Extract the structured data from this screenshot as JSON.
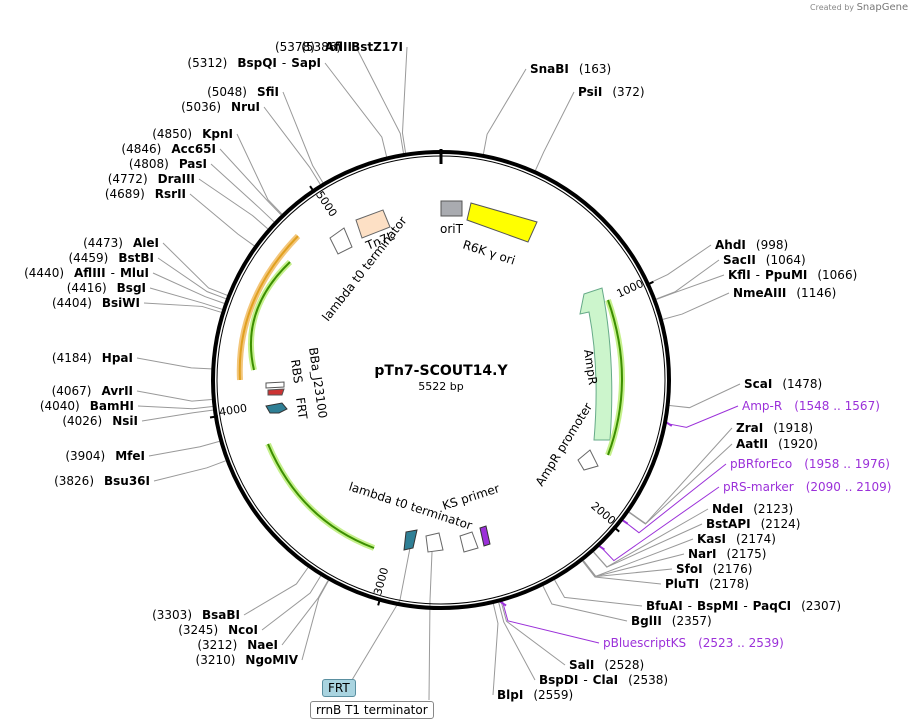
{
  "credit": {
    "prefix": "Created by",
    "brand": "SnapGene"
  },
  "plasmid": {
    "name": "pTn7-SCOUT14.Y",
    "size_label": "5522 bp",
    "length": 5522
  },
  "ticks": [
    "1000",
    "2000",
    "3000",
    "4000",
    "5000"
  ],
  "right_enzymes": [
    {
      "name": "SnaBI",
      "pos": "(163)"
    },
    {
      "name": "PsiI",
      "pos": "(372)"
    },
    {
      "name": "AhdI",
      "pos": "(998)"
    },
    {
      "name": "SacII",
      "pos": "(1064)"
    },
    {
      "name": "KflI",
      "sep": "-",
      "name2": "PpuMI",
      "pos": "(1066)"
    },
    {
      "name": "NmeAIII",
      "pos": "(1146)"
    },
    {
      "name": "ScaI",
      "pos": "(1478)"
    },
    {
      "name": "ZraI",
      "pos": "(1918)"
    },
    {
      "name": "AatII",
      "pos": "(1920)"
    },
    {
      "name": "NdeI",
      "pos": "(2123)"
    },
    {
      "name": "BstAPI",
      "pos": "(2124)"
    },
    {
      "name": "KasI",
      "pos": "(2174)"
    },
    {
      "name": "NarI",
      "pos": "(2175)"
    },
    {
      "name": "SfoI",
      "pos": "(2176)"
    },
    {
      "name": "PluTI",
      "pos": "(2178)"
    },
    {
      "name": "BfuAI",
      "sep": "-",
      "name2": "BspMI",
      "sep2": "-",
      "name3": "PaqCI",
      "pos": "(2307)"
    },
    {
      "name": "BglII",
      "pos": "(2357)"
    },
    {
      "name": "SalI",
      "pos": "(2528)"
    },
    {
      "name": "BspDI",
      "sep": "-",
      "name2": "ClaI",
      "pos": "(2538)"
    },
    {
      "name": "BlpI",
      "pos": "(2559)"
    }
  ],
  "left_enzymes": [
    {
      "name": "AflII",
      "pos": "(5378)"
    },
    {
      "name": "BstZ17I",
      "pos": "(5386)"
    },
    {
      "name": "BspQI",
      "sep": "-",
      "name2": "SapI",
      "pos": "(5312)"
    },
    {
      "name": "SfiI",
      "pos": "(5048)"
    },
    {
      "name": "NruI",
      "pos": "(5036)"
    },
    {
      "name": "KpnI",
      "pos": "(4850)"
    },
    {
      "name": "Acc65I",
      "pos": "(4846)"
    },
    {
      "name": "PasI",
      "pos": "(4808)"
    },
    {
      "name": "DraIII",
      "pos": "(4772)"
    },
    {
      "name": "RsrII",
      "pos": "(4689)"
    },
    {
      "name": "AleI",
      "pos": "(4473)"
    },
    {
      "name": "BstBI",
      "pos": "(4459)"
    },
    {
      "name": "AflIII",
      "sep": "-",
      "name2": "MluI",
      "pos": "(4440)"
    },
    {
      "name": "BsgI",
      "pos": "(4416)"
    },
    {
      "name": "BsiWI",
      "pos": "(4404)"
    },
    {
      "name": "HpaI",
      "pos": "(4184)"
    },
    {
      "name": "AvrII",
      "pos": "(4067)"
    },
    {
      "name": "BamHI",
      "pos": "(4040)"
    },
    {
      "name": "NsiI",
      "pos": "(4026)"
    },
    {
      "name": "MfeI",
      "pos": "(3904)"
    },
    {
      "name": "Bsu36I",
      "pos": "(3826)"
    },
    {
      "name": "BsaBI",
      "pos": "(3303)"
    },
    {
      "name": "NcoI",
      "pos": "(3245)"
    },
    {
      "name": "NaeI",
      "pos": "(3212)"
    },
    {
      "name": "NgoMIV",
      "pos": "(3210)"
    }
  ],
  "primers": [
    {
      "name": "Amp-R",
      "range": "(1548 .. 1567)"
    },
    {
      "name": "pBRforEco",
      "range": "(1958 .. 1976)"
    },
    {
      "name": "pRS-marker",
      "range": "(2090 .. 2109)"
    },
    {
      "name": "pBluescriptKS",
      "range": "(2523 .. 2539)"
    }
  ],
  "features": {
    "oriT": "oriT",
    "r6k": "R6K γ ori",
    "tn7l": "Tn7L",
    "lambda_top": "lambda t0 terminator",
    "lambda_bottom": "lambda t0 terminator",
    "ampr": "AmpR",
    "ampr_promoter": "AmpR promoter",
    "ks_primer": "KS primer",
    "rbs": "RBS",
    "bba": "BBa_J23100",
    "frt_inner": "FRT"
  },
  "boxed_labels": {
    "frt": "FRT",
    "rrnb": "rrnB T1 terminator"
  },
  "colors": {
    "backbone": "#000000",
    "r6k": "#ffff00",
    "orit": "#a9abb0",
    "tn7l": "#fde0c5",
    "ampr": "#ccf5cc",
    "green_arrow": "#3c8f00",
    "orange_arrow": "#e0a020",
    "primer": "#9b30d9",
    "frt": "#2f7f95",
    "rbs": "#cc3333"
  }
}
